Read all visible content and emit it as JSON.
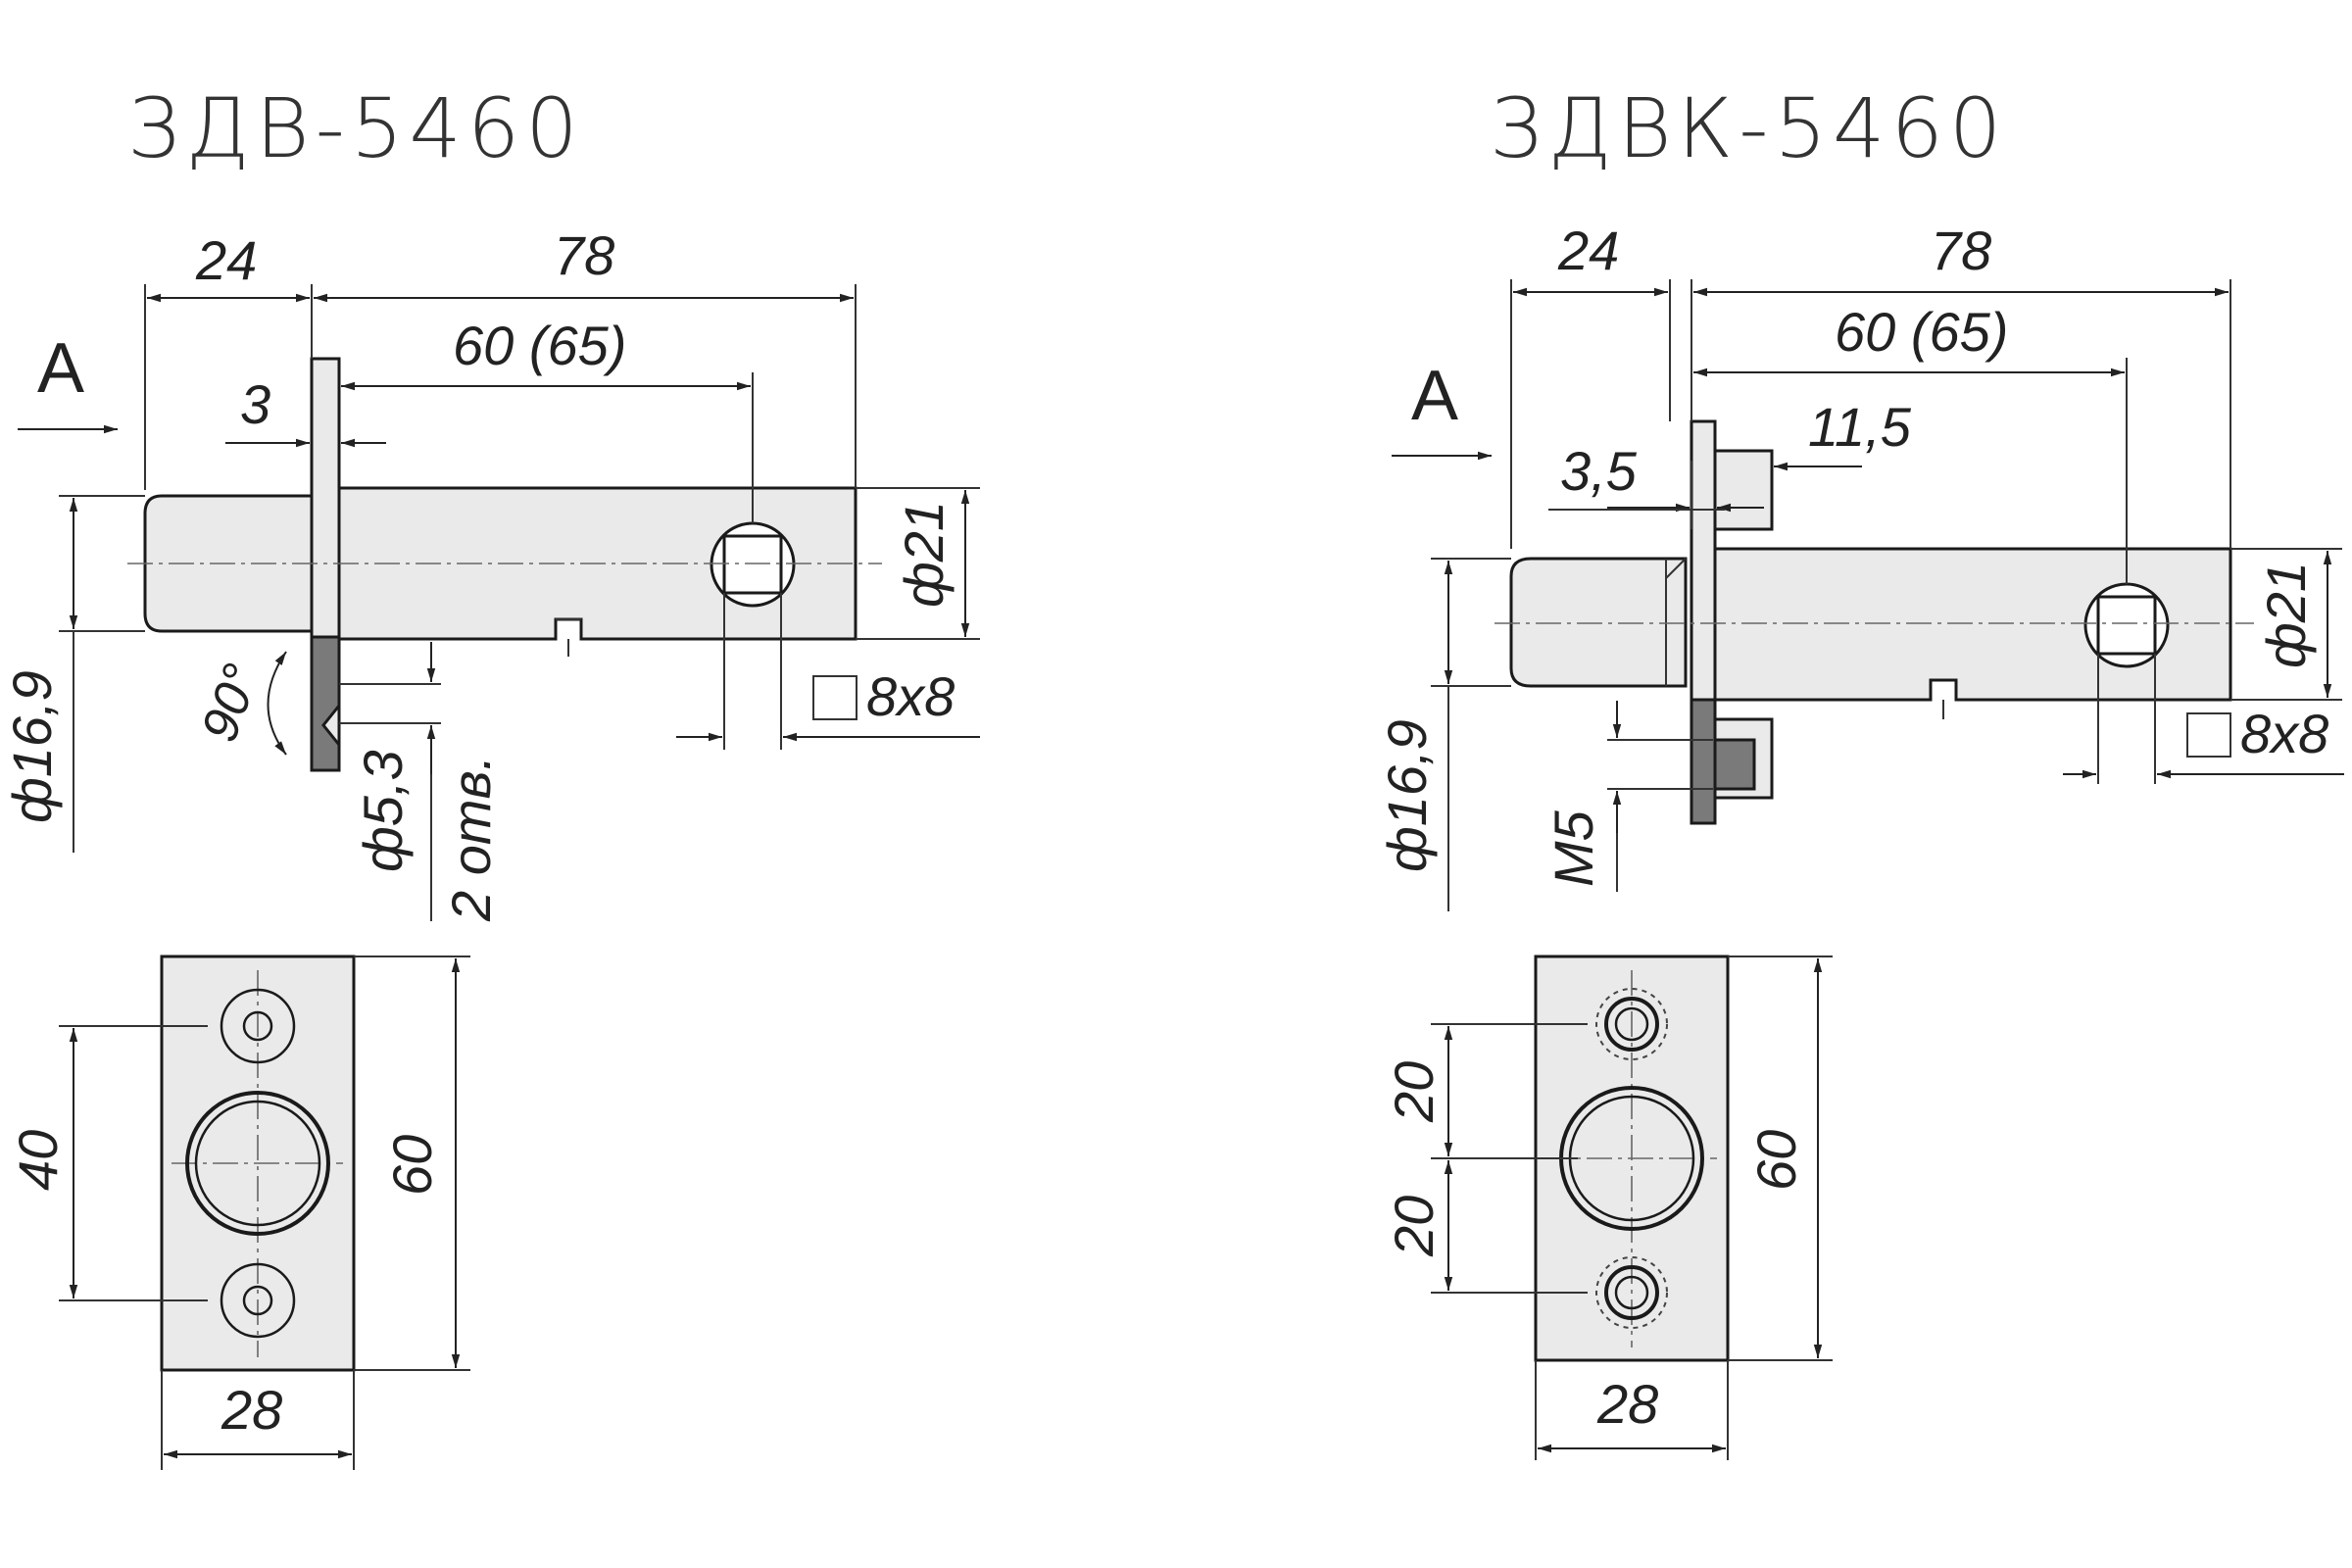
{
  "left": {
    "title": "ЗДВ-5460",
    "view_label": "A",
    "dims": {
      "overall_flange": "24",
      "overall_length": "78",
      "square_pos": "60 (65)",
      "flange_thickness": "3",
      "diameter_body": "ф21",
      "diameter_tip": "ф16,9",
      "square_size": "8x8",
      "chamfer_angle": "90°",
      "hole_diameter": "ф5,3",
      "hole_count": "2 отв.",
      "plate_holes_spacing": "40",
      "plate_height": "60",
      "plate_width": "28"
    }
  },
  "right": {
    "title": "ЗДВК-5460",
    "view_label": "A",
    "dims": {
      "overall_flange": "24",
      "overall_length": "78",
      "square_pos": "60 (65)",
      "boss_length": "11,5",
      "flange_thickness": "3,5",
      "diameter_body": "ф21",
      "diameter_tip": "ф16,9",
      "square_size": "8x8",
      "thread": "M5",
      "plate_spacing_top": "20",
      "plate_spacing_bottom": "20",
      "plate_height": "60",
      "plate_width": "28"
    }
  }
}
